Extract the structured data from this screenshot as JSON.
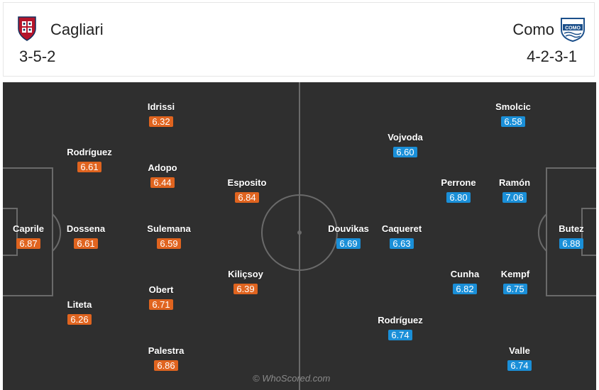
{
  "home": {
    "name": "Cagliari",
    "formation": "3-5-2",
    "colors": {
      "primary": "#b5152b",
      "secondary": "#14305e"
    },
    "rating_color": "#e0641f",
    "players": [
      {
        "name": "Caprile",
        "rating": "6.87"
      },
      {
        "name": "Rodríguez",
        "rating": "6.61"
      },
      {
        "name": "Dossena",
        "rating": "6.61"
      },
      {
        "name": "Liteta",
        "rating": "6.26"
      },
      {
        "name": "Idrissi",
        "rating": "6.32"
      },
      {
        "name": "Adopo",
        "rating": "6.44"
      },
      {
        "name": "Sulemana",
        "rating": "6.59"
      },
      {
        "name": "Obert",
        "rating": "6.71"
      },
      {
        "name": "Palestra",
        "rating": "6.86"
      },
      {
        "name": "Esposito",
        "rating": "6.84"
      },
      {
        "name": "Kiliçsoy",
        "rating": "6.39"
      }
    ]
  },
  "away": {
    "name": "Como",
    "formation": "4-2-3-1",
    "colors": {
      "primary": "#1b4f8a",
      "secondary": "#ffffff"
    },
    "rating_color": "#1a8fd8",
    "crest_text": "COMO",
    "players": [
      {
        "name": "Butez",
        "rating": "6.88"
      },
      {
        "name": "Smolcic",
        "rating": "6.58"
      },
      {
        "name": "Ramón",
        "rating": "7.06"
      },
      {
        "name": "Kempf",
        "rating": "6.75"
      },
      {
        "name": "Valle",
        "rating": "6.74"
      },
      {
        "name": "Perrone",
        "rating": "6.80"
      },
      {
        "name": "Cunha",
        "rating": "6.82"
      },
      {
        "name": "Vojvoda",
        "rating": "6.60"
      },
      {
        "name": "Caqueret",
        "rating": "6.63"
      },
      {
        "name": "Rodríguez",
        "rating": "6.74"
      },
      {
        "name": "Douvikas",
        "rating": "6.69"
      }
    ]
  },
  "pitch": {
    "color": "#2f2f2f",
    "line_color": "#6a6a6a"
  },
  "watermark": "© WhoScored.com"
}
